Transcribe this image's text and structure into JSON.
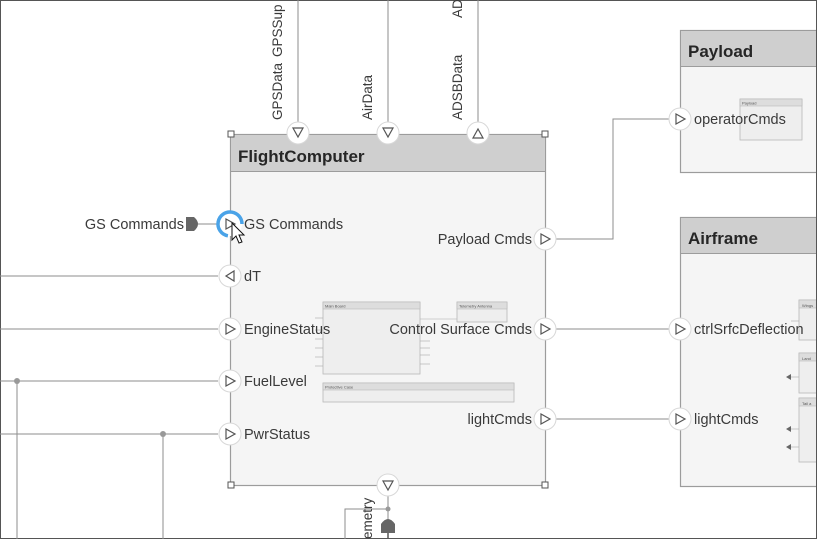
{
  "blocks": {
    "flight_computer": {
      "title": "FlightComputer",
      "left_ports": [
        "GS Commands",
        "dT",
        "EngineStatus",
        "FuelLevel",
        "PwrStatus"
      ],
      "right_ports": [
        "Payload Cmds",
        "Control Surface Cmds",
        "lightCmds"
      ],
      "top_ports": [
        "GPSData",
        "GPSSup",
        "AirData",
        "ADSBData",
        "AD"
      ],
      "bottom_ports": [
        "emetry"
      ],
      "internal": {
        "main_board": "Main Board",
        "telemetry_antenna": "Telemetry Antenna",
        "protective_case": "Protective Case"
      }
    },
    "payload": {
      "title": "Payload",
      "left_ports": [
        "operatorCmds"
      ],
      "internal": {
        "payload": "Payload"
      }
    },
    "airframe": {
      "title": "Airframe",
      "left_ports": [
        "ctrlSrfcDeflection",
        "lightCmds"
      ],
      "internal": {
        "wings": "Wings",
        "landing": "Land",
        "tail": "Tail a"
      }
    }
  },
  "external_ports": {
    "gs_commands": "GS Commands"
  },
  "colors": {
    "selection_highlight": "#4aa3e8",
    "block_header": "#cfcfcf",
    "block_body": "#f5f5f5"
  },
  "icons": {
    "cursor": "mouse-pointer-icon"
  }
}
